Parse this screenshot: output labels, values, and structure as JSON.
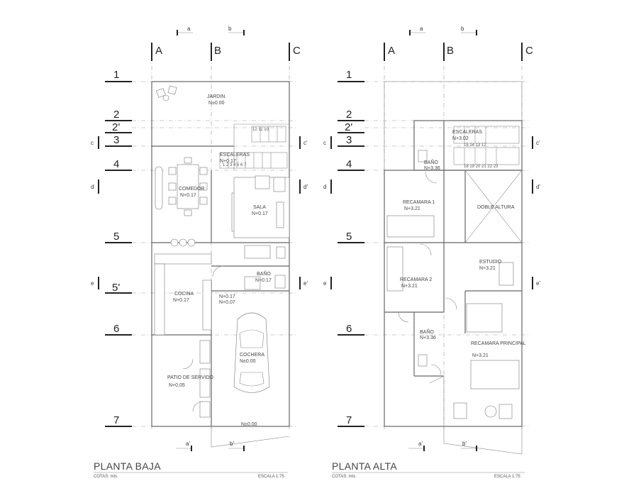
{
  "plans": [
    {
      "id": "planta-baja",
      "title": "PLANTA BAJA",
      "cotas": "COTAS: mts",
      "escala": "ESCALA 1:75",
      "rooms": [
        {
          "name": "JARDIN",
          "level": "N±0.00"
        },
        {
          "name": "ESCALERAS",
          "level": "N+0.17"
        },
        {
          "name": "COMEDOR",
          "level": "N+0.17"
        },
        {
          "name": "SALA",
          "level": "N+0.17"
        },
        {
          "name": "BAÑO",
          "level": "N+0.17"
        },
        {
          "name": "COCINA",
          "level": "N+0.17"
        },
        {
          "name": "",
          "level": "N+0.17"
        },
        {
          "name": "",
          "level": "N+0.07"
        },
        {
          "name": "COCHERA",
          "level": "N±0.00"
        },
        {
          "name": "PATIO DE SERVIDO",
          "level": "N+0.05"
        },
        {
          "name": "",
          "level": "N±0.00"
        }
      ],
      "stair_numbers": "1 2 3 4 5 6 7",
      "stair_top": "12 11 10"
    },
    {
      "id": "planta-alta",
      "title": "PLANTA ALTA",
      "cotas": "COTAS: mts",
      "escala": "ESCALA 1:75",
      "rooms": [
        {
          "name": "ESCALERAS",
          "level": "N+3.02"
        },
        {
          "name": "BAÑO",
          "level": "N+3.36"
        },
        {
          "name": "RECAMARA 1",
          "level": "N+3.21"
        },
        {
          "name": "DOBLE ALTURA",
          "level": ""
        },
        {
          "name": "ESTUDIO",
          "level": "N+3.21"
        },
        {
          "name": "RECAMARA 2",
          "level": "N+3.21"
        },
        {
          "name": "BAÑO",
          "level": "N+3.36"
        },
        {
          "name": "RECAMARA PRINCIPAL",
          "level": "N+3.21"
        }
      ],
      "stair_numbers": "18 19 20 21 22 23",
      "stair_top": "15 14 13 12"
    }
  ],
  "axes_cols": [
    "A",
    "B",
    "C"
  ],
  "axes_rows": [
    "1",
    "2",
    "2'",
    "3",
    "4",
    "5",
    "5'",
    "6",
    "7"
  ],
  "axes_rows_alta": [
    "1",
    "2",
    "2'",
    "3",
    "4",
    "5",
    "6",
    "7"
  ],
  "section_marks": {
    "top": [
      "a",
      "b"
    ],
    "bottom": [
      "a'",
      "b'"
    ],
    "side": [
      "c",
      "c'",
      "d",
      "d'",
      "e",
      "e'"
    ]
  },
  "colors": {
    "line": "#666666",
    "text": "#333333",
    "background": "#ffffff"
  }
}
